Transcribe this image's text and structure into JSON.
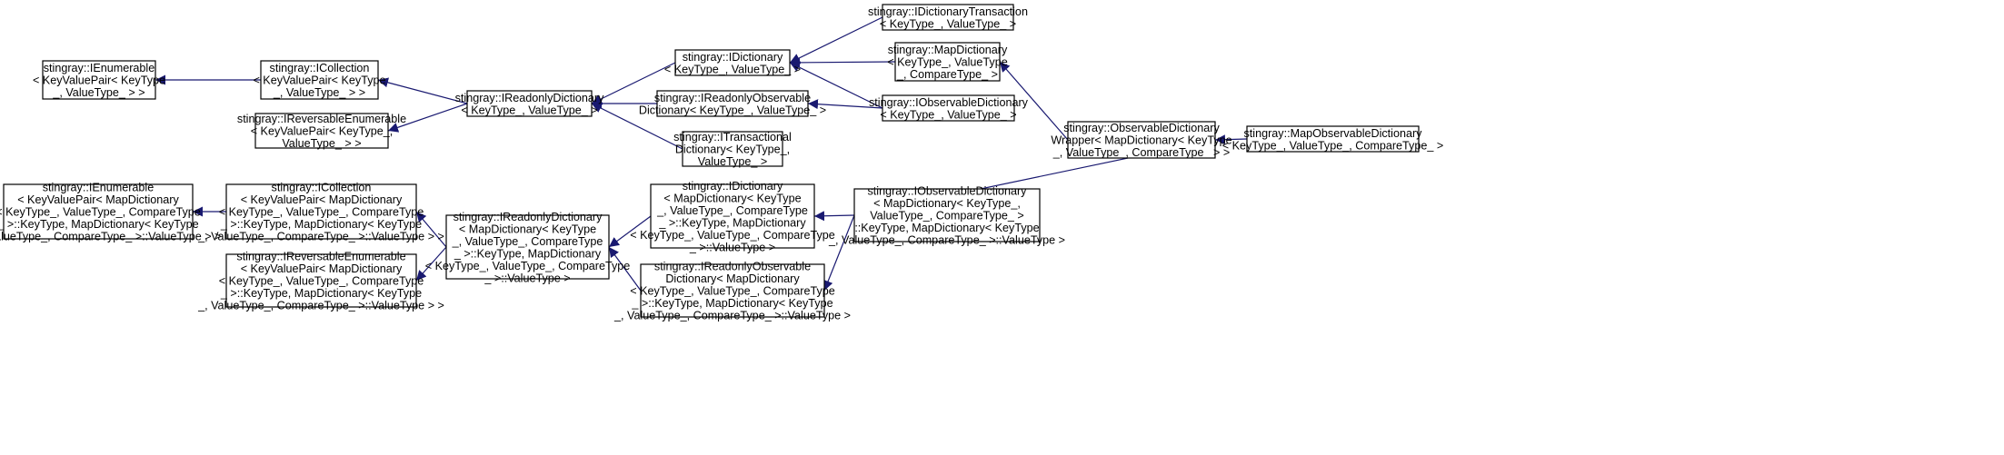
{
  "diagram": {
    "colors": {
      "edge": "#191970",
      "node_border": "#000000",
      "background": "#ffffff"
    },
    "nodes": [
      {
        "id": "n1",
        "lines": [
          "stingray::IEnumerable",
          "< KeyValuePair< KeyType",
          "_, ValueType_ > >"
        ]
      },
      {
        "id": "n2",
        "lines": [
          "stingray::ICollection",
          "< KeyValuePair< KeyType",
          "_, ValueType_ > >"
        ]
      },
      {
        "id": "n3",
        "lines": [
          "stingray::IReversableEnumerable",
          "< KeyValuePair< KeyType_,",
          "ValueType_ > >"
        ]
      },
      {
        "id": "n4",
        "lines": [
          "stingray::IReadonlyDictionary",
          "< KeyType_, ValueType_ >"
        ]
      },
      {
        "id": "n5",
        "lines": [
          "stingray::IDictionary",
          "< KeyType_, ValueType_ >"
        ]
      },
      {
        "id": "n6",
        "lines": [
          "stingray::IReadonlyObservable",
          "Dictionary< KeyType_, ValueType_ >"
        ]
      },
      {
        "id": "n7",
        "lines": [
          "stingray::ITransactional",
          "Dictionary< KeyType_,",
          "ValueType_ >"
        ]
      },
      {
        "id": "n8",
        "lines": [
          "stingray::IDictionaryTransaction",
          "< KeyType_, ValueType_ >"
        ]
      },
      {
        "id": "n9",
        "lines": [
          "stingray::MapDictionary",
          "< KeyType_, ValueType",
          "_, CompareType_ >"
        ]
      },
      {
        "id": "n10",
        "lines": [
          "stingray::IObservableDictionary",
          "< KeyType_, ValueType_ >"
        ]
      },
      {
        "id": "n11",
        "lines": [
          "stingray::ObservableDictionary",
          "Wrapper< MapDictionary< KeyType",
          "_, ValueType_, CompareType_ > >"
        ]
      },
      {
        "id": "n12",
        "lines": [
          "stingray::MapObservableDictionary",
          "< KeyType_, ValueType_, CompareType_ >"
        ]
      },
      {
        "id": "n13",
        "lines": [
          "stingray::IEnumerable",
          "< KeyValuePair< MapDictionary",
          "< KeyType_, ValueType_, CompareType",
          "_ >::KeyType, MapDictionary< KeyType",
          "_, ValueType_, CompareType_ >::ValueType > >"
        ]
      },
      {
        "id": "n14",
        "lines": [
          "stingray::ICollection",
          "< KeyValuePair< MapDictionary",
          "< KeyType_, ValueType_, CompareType",
          "_ >::KeyType, MapDictionary< KeyType",
          "_, ValueType_, CompareType_ >::ValueType > >"
        ]
      },
      {
        "id": "n15",
        "lines": [
          "stingray::IReversableEnumerable",
          "< KeyValuePair< MapDictionary",
          "< KeyType_, ValueType_, CompareType",
          "_ >::KeyType, MapDictionary< KeyType",
          "_, ValueType_, CompareType_ >::ValueType > >"
        ]
      },
      {
        "id": "n16",
        "lines": [
          "stingray::IReadonlyDictionary",
          "< MapDictionary< KeyType",
          "_, ValueType_, CompareType",
          "_ >::KeyType, MapDictionary",
          "< KeyType_, ValueType_, CompareType",
          "_ >::ValueType >"
        ]
      },
      {
        "id": "n17",
        "lines": [
          "stingray::IDictionary",
          "< MapDictionary< KeyType",
          "_, ValueType_, CompareType",
          "_ >::KeyType, MapDictionary",
          "< KeyType_, ValueType_, CompareType",
          "_ >::ValueType >"
        ]
      },
      {
        "id": "n18",
        "lines": [
          "stingray::IReadonlyObservable",
          "Dictionary< MapDictionary",
          "< KeyType_, ValueType_, CompareType",
          "_ >::KeyType, MapDictionary< KeyType",
          "_, ValueType_, CompareType_ >::ValueType >"
        ]
      },
      {
        "id": "n19",
        "lines": [
          "stingray::IObservableDictionary",
          "< MapDictionary< KeyType_,",
          "ValueType_, CompareType_ >",
          "::KeyType, MapDictionary< KeyType",
          "_, ValueType_, CompareType_ >::ValueType >"
        ]
      }
    ],
    "edges": [
      {
        "from": "n2",
        "to": "n1"
      },
      {
        "from": "n4",
        "to": "n2"
      },
      {
        "from": "n4",
        "to": "n3"
      },
      {
        "from": "n5",
        "to": "n4"
      },
      {
        "from": "n6",
        "to": "n4"
      },
      {
        "from": "n7",
        "to": "n4"
      },
      {
        "from": "n8",
        "to": "n5"
      },
      {
        "from": "n9",
        "to": "n5"
      },
      {
        "from": "n10",
        "to": "n5"
      },
      {
        "from": "n10",
        "to": "n6"
      },
      {
        "from": "n11",
        "to": "n9"
      },
      {
        "from": "n12",
        "to": "n11"
      },
      {
        "from": "n19",
        "to": "n11"
      },
      {
        "from": "n14",
        "to": "n13"
      },
      {
        "from": "n16",
        "to": "n14"
      },
      {
        "from": "n16",
        "to": "n15"
      },
      {
        "from": "n17",
        "to": "n16"
      },
      {
        "from": "n18",
        "to": "n16"
      },
      {
        "from": "n19",
        "to": "n17"
      },
      {
        "from": "n19",
        "to": "n18"
      }
    ]
  }
}
